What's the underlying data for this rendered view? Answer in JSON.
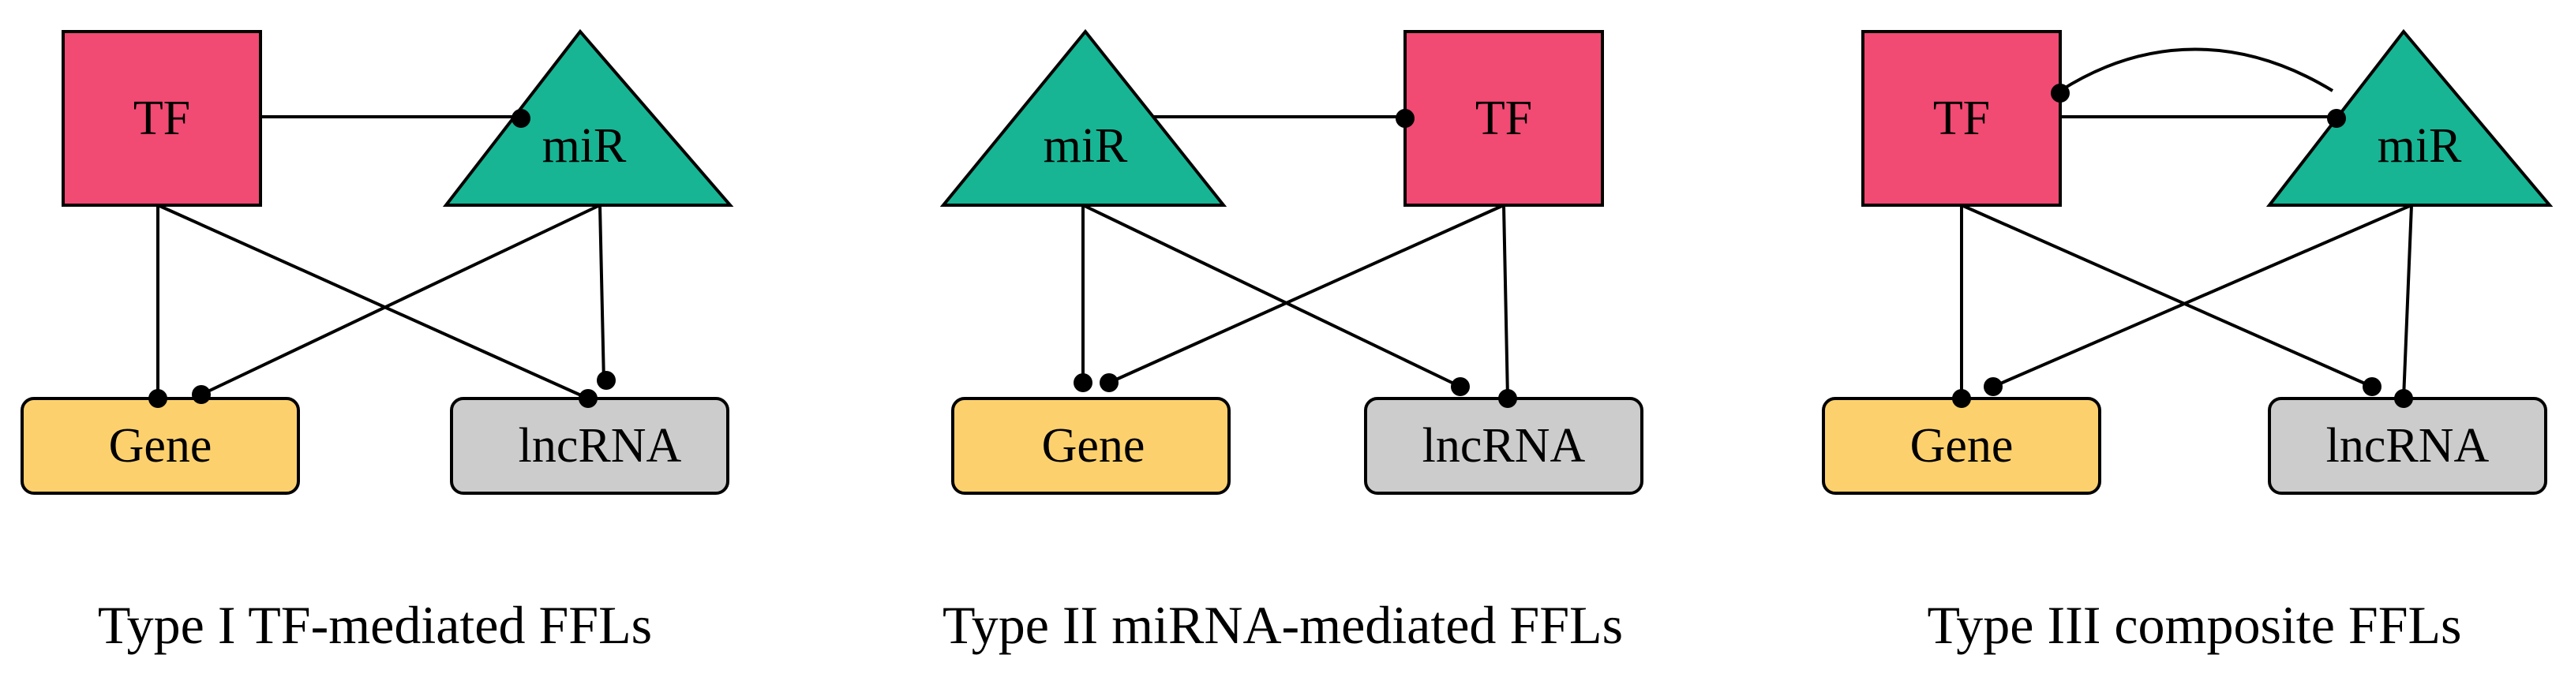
{
  "colors": {
    "tf": "#f14a73",
    "mir": "#17b594",
    "gene": "#fcd16d",
    "lncrna": "#cccccc",
    "edge": "#000000"
  },
  "panels": [
    {
      "caption": "Type I TF-mediated FFLs",
      "nodes": {
        "tf": "TF",
        "mir": "miR",
        "gene": "Gene",
        "lncrna": "lncRNA"
      }
    },
    {
      "caption": "Type II miRNA-mediated FFLs",
      "nodes": {
        "tf": "TF",
        "mir": "miR",
        "gene": "Gene",
        "lncrna": "lncRNA"
      }
    },
    {
      "caption": "Type III composite FFLs",
      "nodes": {
        "tf": "TF",
        "mir": "miR",
        "gene": "Gene",
        "lncrna": "lncRNA"
      }
    }
  ]
}
